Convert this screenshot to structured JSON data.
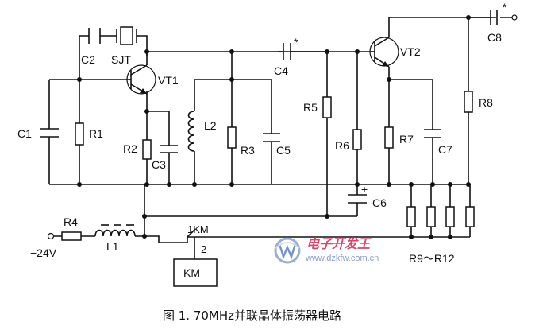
{
  "labels": {
    "C1": "C1",
    "C2": "C2",
    "SJT": "SJT",
    "VT1": "VT1",
    "R1": "R1",
    "R2": "R2",
    "C3": "C3",
    "L2": "L2",
    "R3": "R3",
    "C5": "C5",
    "C4": "C4",
    "star1": "*",
    "R5": "R5",
    "R6": "R6",
    "VT2": "VT2",
    "R7": "R7",
    "C7": "C7",
    "R8": "R8",
    "C8": "C8",
    "star2": "*",
    "C6": "C6",
    "plus": "+",
    "R4": "R4",
    "L1": "L1",
    "supply": "−24V",
    "KM1": "1KM",
    "pin2": "2",
    "KM": "KM",
    "R9R12": "R9～R12"
  },
  "watermark": {
    "text": "电子开发王",
    "url": "www.dzkfw.com.cn"
  },
  "caption": "图 1.  70MHz并联晶体振荡器电路"
}
